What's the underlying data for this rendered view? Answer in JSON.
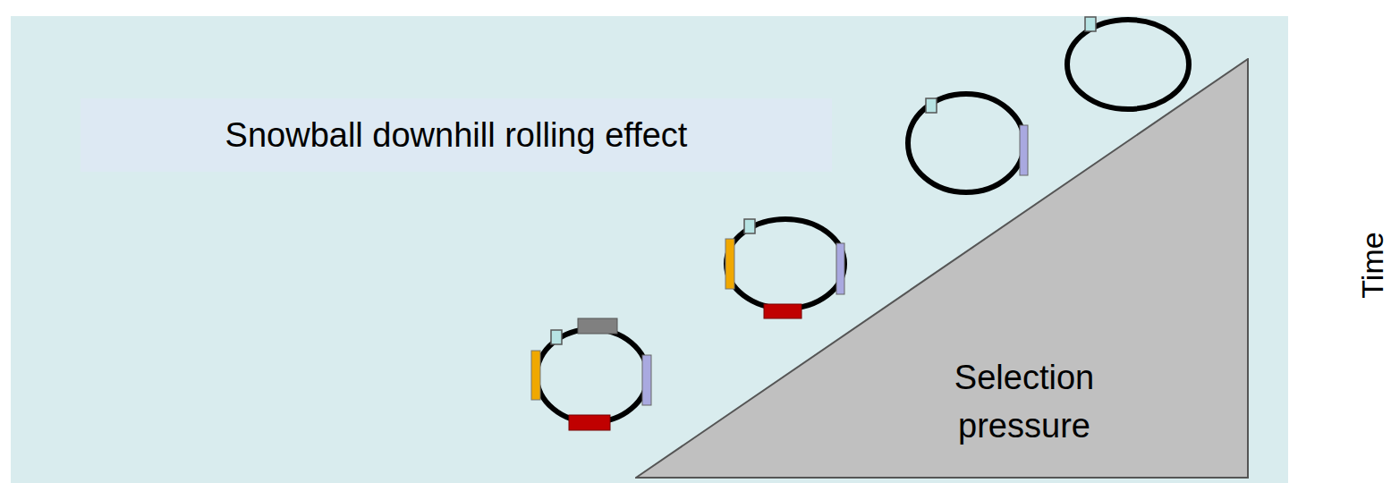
{
  "diagram": {
    "nodes": [
      {
        "text": [
          "Snowball downhill rolling effect"
        ]
      },
      {
        "text": [
          "Selection pressure"
        ]
      }
    ],
    "labels": [
      "Time"
    ]
  }
}
